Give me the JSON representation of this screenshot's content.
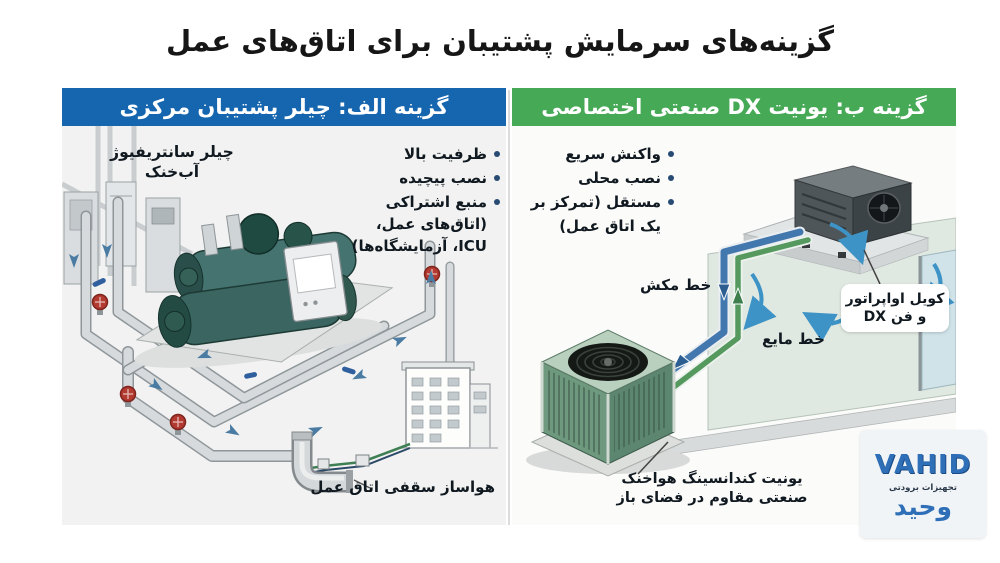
{
  "title": "گزینه‌های سرمایش پشتیبان برای اتاق‌های عمل",
  "colors": {
    "panel_a_header": "#1565af",
    "panel_b_header": "#45a955",
    "suction_pipe": "#4378ae",
    "liquid_pipe": "#55995f",
    "flow_arrow": "#4a7ca3",
    "logo_blue": "#2e6fb7"
  },
  "panel_a": {
    "header": "گزینه الف: چیلر پشتیبان مرکزی",
    "bullets": [
      "ظرفیت بالا",
      "نصب پیچیده",
      "منبع اشتراکی"
    ],
    "bullet_note": "(اتاق‌های عمل، ICU، آزمایشگاه‌ها)",
    "label_chiller": "چیلر سانتریفیوژ آب‌خنک",
    "label_ahu": "هواساز سقفی اتاق عمل"
  },
  "panel_b": {
    "header": "گزینه ب: یونیت DX صنعتی اختصاصی",
    "bullets": [
      "واکنش سریع",
      "نصب محلی",
      "مستقل (تمرکز بر یک اتاق عمل)"
    ],
    "label_suction": "خط مکش",
    "label_liquid": "خط مایع",
    "label_evap": "کویل اواپراتور و فن DX",
    "label_condensing": "یونیت کندانسینگ هواخنک صنعتی مقاوم در فضای باز"
  },
  "logo": {
    "latin": "VAHID",
    "tagline": "تجهیزات برودتی",
    "persian": "وحید"
  }
}
